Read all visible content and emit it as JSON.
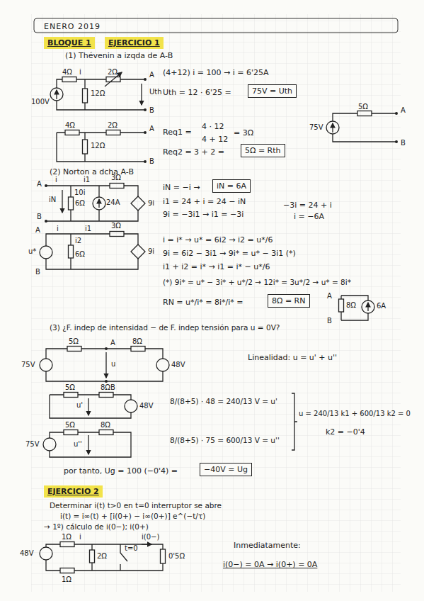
{
  "diagram": {
    "title": "ENERO 2019",
    "nodes": [
      {
        "text": [
          "BLOQUE 1"
        ]
      },
      {
        "text": [
          "EJERCICIO 1"
        ]
      },
      {
        "text": [
          "75V = Uth"
        ]
      },
      {
        "text": [
          "5Ω = Rth"
        ]
      },
      {
        "text": [
          "iN = 6A"
        ]
      },
      {
        "text": [
          "8Ω = RN"
        ]
      },
      {
        "text": [
          "−40V = Ug"
        ]
      },
      {
        "text": [
          "EJERCICIO 2"
        ]
      }
    ],
    "edges": [],
    "labels": [
      "(1) Thévenin a izqda de A-B",
      "4Ω",
      "i",
      "2Ω",
      "A",
      "12Ω",
      "100V",
      "Uth",
      "B",
      "(4+12) i = 100 → i = 6'25A",
      "Uth = 12 · 6'25 =",
      "4Ω",
      "2Ω",
      "A",
      "12Ω",
      "B",
      "Req1 =",
      "4 · 12",
      "4 + 12",
      "= 3Ω",
      "Req2 = 3 + 2 =",
      "5Ω",
      "A",
      "75V",
      "B",
      "(2) Norton a dcha A-B",
      "A",
      "i",
      "i1",
      "3Ω",
      "10i",
      "iN",
      "6Ω",
      "24A",
      "9i",
      "B",
      "iN = −i →",
      "i1 = 24 + i = 24 − iN",
      "9i = −3i1 → i1 = −3i",
      "−3i = 24 + i",
      "i = −6A",
      "A",
      "i",
      "i1",
      "3Ω",
      "i2",
      "u*",
      "6Ω",
      "9i",
      "B",
      "i = i* → u* = 6i2 → i2 = u*/6",
      "9i = 6i2 − 3i1 → 9i* = u* − 3i1 (*)",
      "i1 + i2 = i* → i1 = i* − u*/6",
      "(*) 9i* = u* − 3i* + u*/2 → 12i* = 3u*/2 → u* = 8i*",
      "RN = u*/i* = 8i*/i* =",
      "A",
      "8Ω",
      "6A",
      "B",
      "(3) ¿F. indep de intensidad − de F. indep tensión para u = 0V?",
      "5Ω",
      "A",
      "8Ω",
      "75V",
      "u",
      "48V",
      "B",
      "Linealidad: u = u' + u''",
      "5Ω",
      "8Ω",
      "u'",
      "48V",
      "8/(8+5) · 48 = 240/13 V = u'",
      "5Ω",
      "8Ω",
      "75V",
      "u''",
      "8/(8+5) · 75 = 600/13 V = u''",
      "u = 240/13 k1 + 600/13 k2 = 0",
      "k2 = −0'4",
      "por tanto, Ug = 100 (−0'4) =",
      "Determinar i(t) t>0 en t=0 interruptor se abre",
      "i(t) = i∞(t) + [i(0+) − i∞(0+)] e^(−t/τ)",
      "→ 1º) cálculo de i(0−); i(0+)",
      "1Ω",
      "i",
      "i(0−)",
      "48V",
      "2Ω",
      "t=0",
      "0'5Ω",
      "1Ω",
      "Inmediatamente:",
      "i(0−) = 0A → i(0+) = 0A"
    ]
  }
}
